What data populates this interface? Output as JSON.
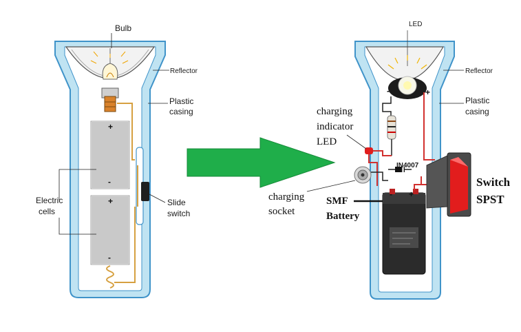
{
  "left_diagram": {
    "bulb": "Bulb",
    "reflector": "Reflector",
    "plastic_casing": [
      "Plastic",
      "casing"
    ],
    "electric_cells": [
      "Electric",
      "cells"
    ],
    "slide_switch": [
      "Slide",
      "switch"
    ],
    "cell_top_plus": "+",
    "cell_top_minus": "-",
    "cell_bottom_plus": "+",
    "cell_bottom_minus": "-"
  },
  "right_diagram": {
    "led": "LED",
    "reflector": "Reflector",
    "plastic_casing": [
      "Plastic",
      "casing"
    ],
    "charging_indicator": [
      "charging",
      "indicator",
      "LED"
    ],
    "diode": "IN4007",
    "charging_socket": [
      "charging",
      "socket"
    ],
    "battery": [
      "SMF",
      "Battery"
    ],
    "switch": [
      "Switch",
      "SPST"
    ],
    "led_minus": "-",
    "led_plus": "+",
    "battery_minus": "-",
    "battery_plus": "+"
  },
  "colors": {
    "casing": "#bfe3f2",
    "casing_stroke": "#3f93c9",
    "arrow": "#1fae4a",
    "cell": "#c9c9c9",
    "battery": "#2b2b2b",
    "wire_red": "#d2302e",
    "rocker": "#e21d1d"
  }
}
